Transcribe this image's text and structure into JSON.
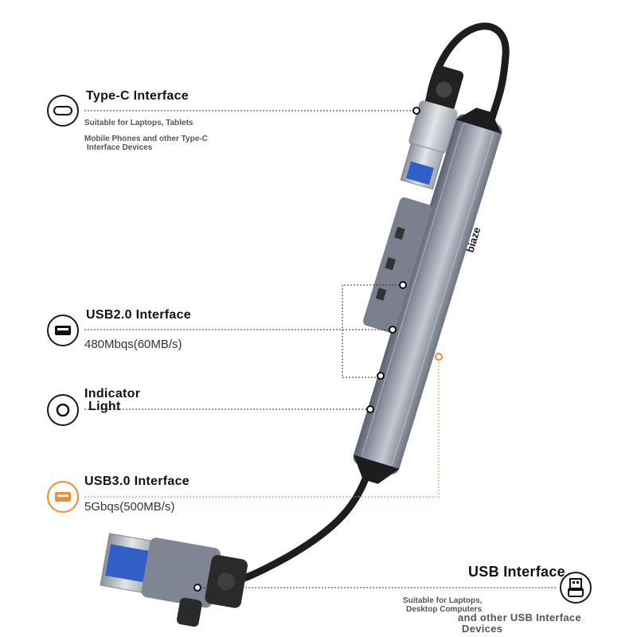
{
  "brand": "biaze",
  "features": {
    "typec": {
      "title": "Type-C Interface",
      "desc_line1": "Suitable for Laptops, Tablets",
      "desc_line2": "Mobile Phones and other Type-C",
      "desc_line3": "Interface Devices",
      "icon": "usb-c-port-icon"
    },
    "usb20": {
      "title": "USB2.0 Interface",
      "speed": "480Mbqs(60MB/s)",
      "icon": "usb-a-port-icon"
    },
    "indicator": {
      "title_line1": "Indicator",
      "title_line2": "Light",
      "icon": "indicator-light-icon"
    },
    "usb30": {
      "title": "USB3.0 Interface",
      "speed": "5Gbqs(500MB/s)",
      "icon": "usb3-port-icon",
      "color": "#f08a3c"
    },
    "usb": {
      "title": "USB Interface",
      "desc_line1": "Suitable for Laptops,",
      "desc_line2": "Desktop Computers",
      "desc_line3": "and other USB Interface",
      "desc_line4": "Devices",
      "icon": "usb-plug-icon"
    }
  }
}
